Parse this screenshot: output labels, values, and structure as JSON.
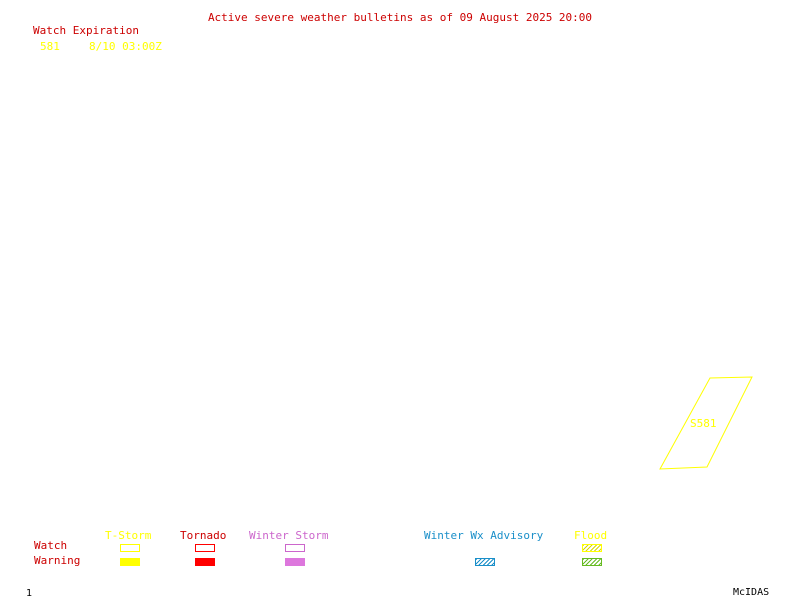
{
  "header": {
    "title": "Active severe weather bulletins as of 09 August 2025 20:00"
  },
  "watch_list": {
    "label": "Watch Expiration",
    "items": [
      {
        "number": "581",
        "expiration": "8/10 03:00Z"
      }
    ]
  },
  "map": {
    "watch_polygons": [
      {
        "label": "S581",
        "type": "T-Storm watch",
        "color": "#ffff00"
      }
    ]
  },
  "legend": {
    "row_labels": {
      "watch": "Watch",
      "warning": "Warning"
    },
    "columns": [
      {
        "key": "tstorm",
        "label": "T-Storm",
        "color": "#ffff00",
        "watch": "outline",
        "warning": "filled"
      },
      {
        "key": "tornado",
        "label": "Tornado",
        "color": "#ff0000",
        "watch": "outline",
        "warning": "filled"
      },
      {
        "key": "winter_storm",
        "label": "Winter Storm",
        "color": "#cc66cc",
        "watch": "outline",
        "warning": "filled"
      },
      {
        "key": "winter_wx_advisory",
        "label": "Winter Wx Advisory",
        "color": "#1a8fc9",
        "watch": "none",
        "warning": "hatched"
      },
      {
        "key": "flood",
        "label": "Flood",
        "color": "#ffff00",
        "watch": "hatched",
        "warning": "hatched-green"
      }
    ]
  },
  "colors": {
    "label_red": "#cc0000",
    "watch_yellow": "#ffff00",
    "tornado_red": "#ff0000",
    "winter_storm_purple": "#cc66cc",
    "winter_wx_blue": "#1a8fc9",
    "flood_green": "#66bb22"
  },
  "footer": {
    "page_number": "1",
    "brand": "McIDAS"
  }
}
